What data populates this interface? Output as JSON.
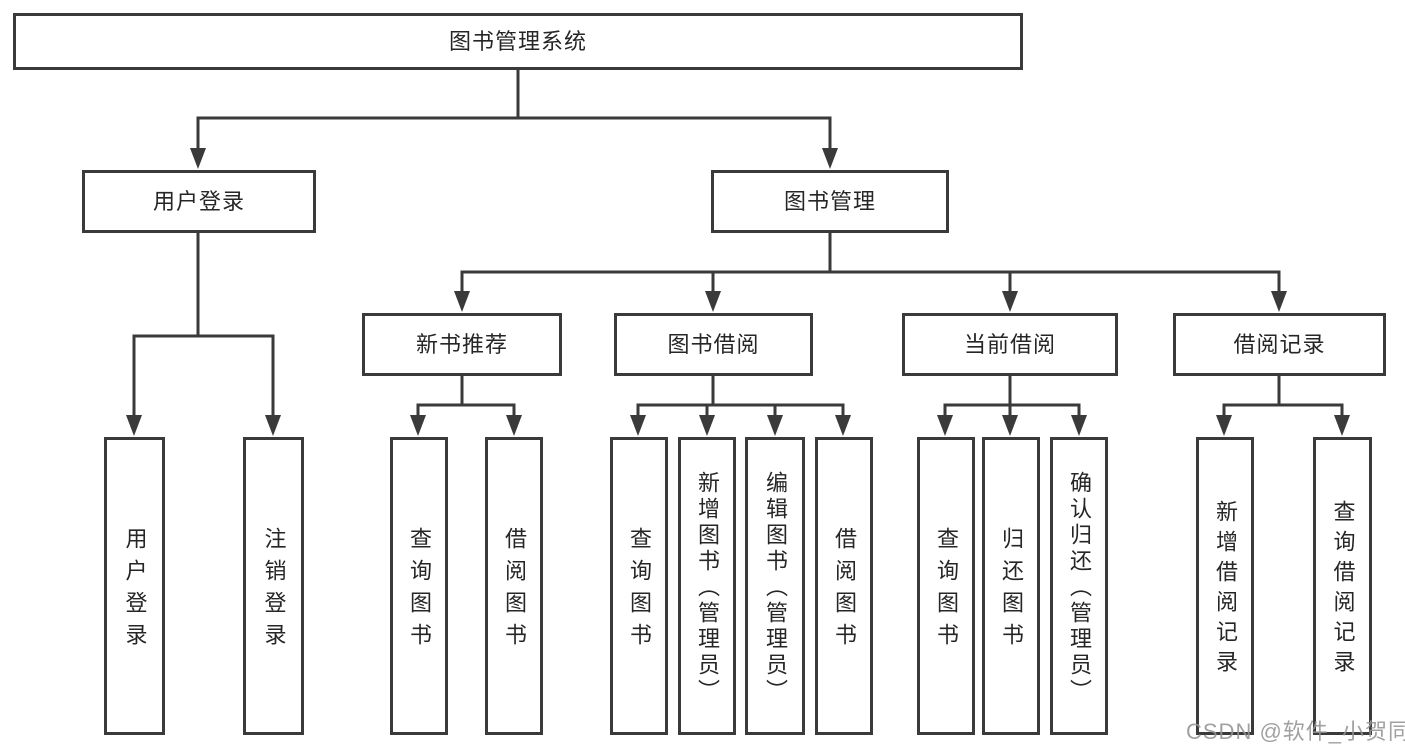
{
  "tree": {
    "label": "图书管理系统",
    "children": [
      {
        "label": "用户登录",
        "children": [
          {
            "label": "用户登录"
          },
          {
            "label": "注销登录"
          }
        ]
      },
      {
        "label": "图书管理",
        "children": [
          {
            "label": "新书推荐",
            "children": [
              {
                "label": "查询图书"
              },
              {
                "label": "借阅图书"
              }
            ]
          },
          {
            "label": "图书借阅",
            "children": [
              {
                "label": "查询图书"
              },
              {
                "label": "新增图书（管理员）"
              },
              {
                "label": "编辑图书（管理员）"
              },
              {
                "label": "借阅图书"
              }
            ]
          },
          {
            "label": "当前借阅",
            "children": [
              {
                "label": "查询图书"
              },
              {
                "label": "归还图书"
              },
              {
                "label": "确认归还（管理员）"
              }
            ]
          },
          {
            "label": "借阅记录",
            "children": [
              {
                "label": "新增借阅记录"
              },
              {
                "label": "查询借阅记录"
              }
            ]
          }
        ]
      }
    ]
  },
  "watermark": {
    "text": "CSDN @软件_小贺同学"
  },
  "colors": {
    "line": "#3a3a3a",
    "text": "#262626",
    "background": "#ffffff",
    "watermark": "#949494"
  }
}
